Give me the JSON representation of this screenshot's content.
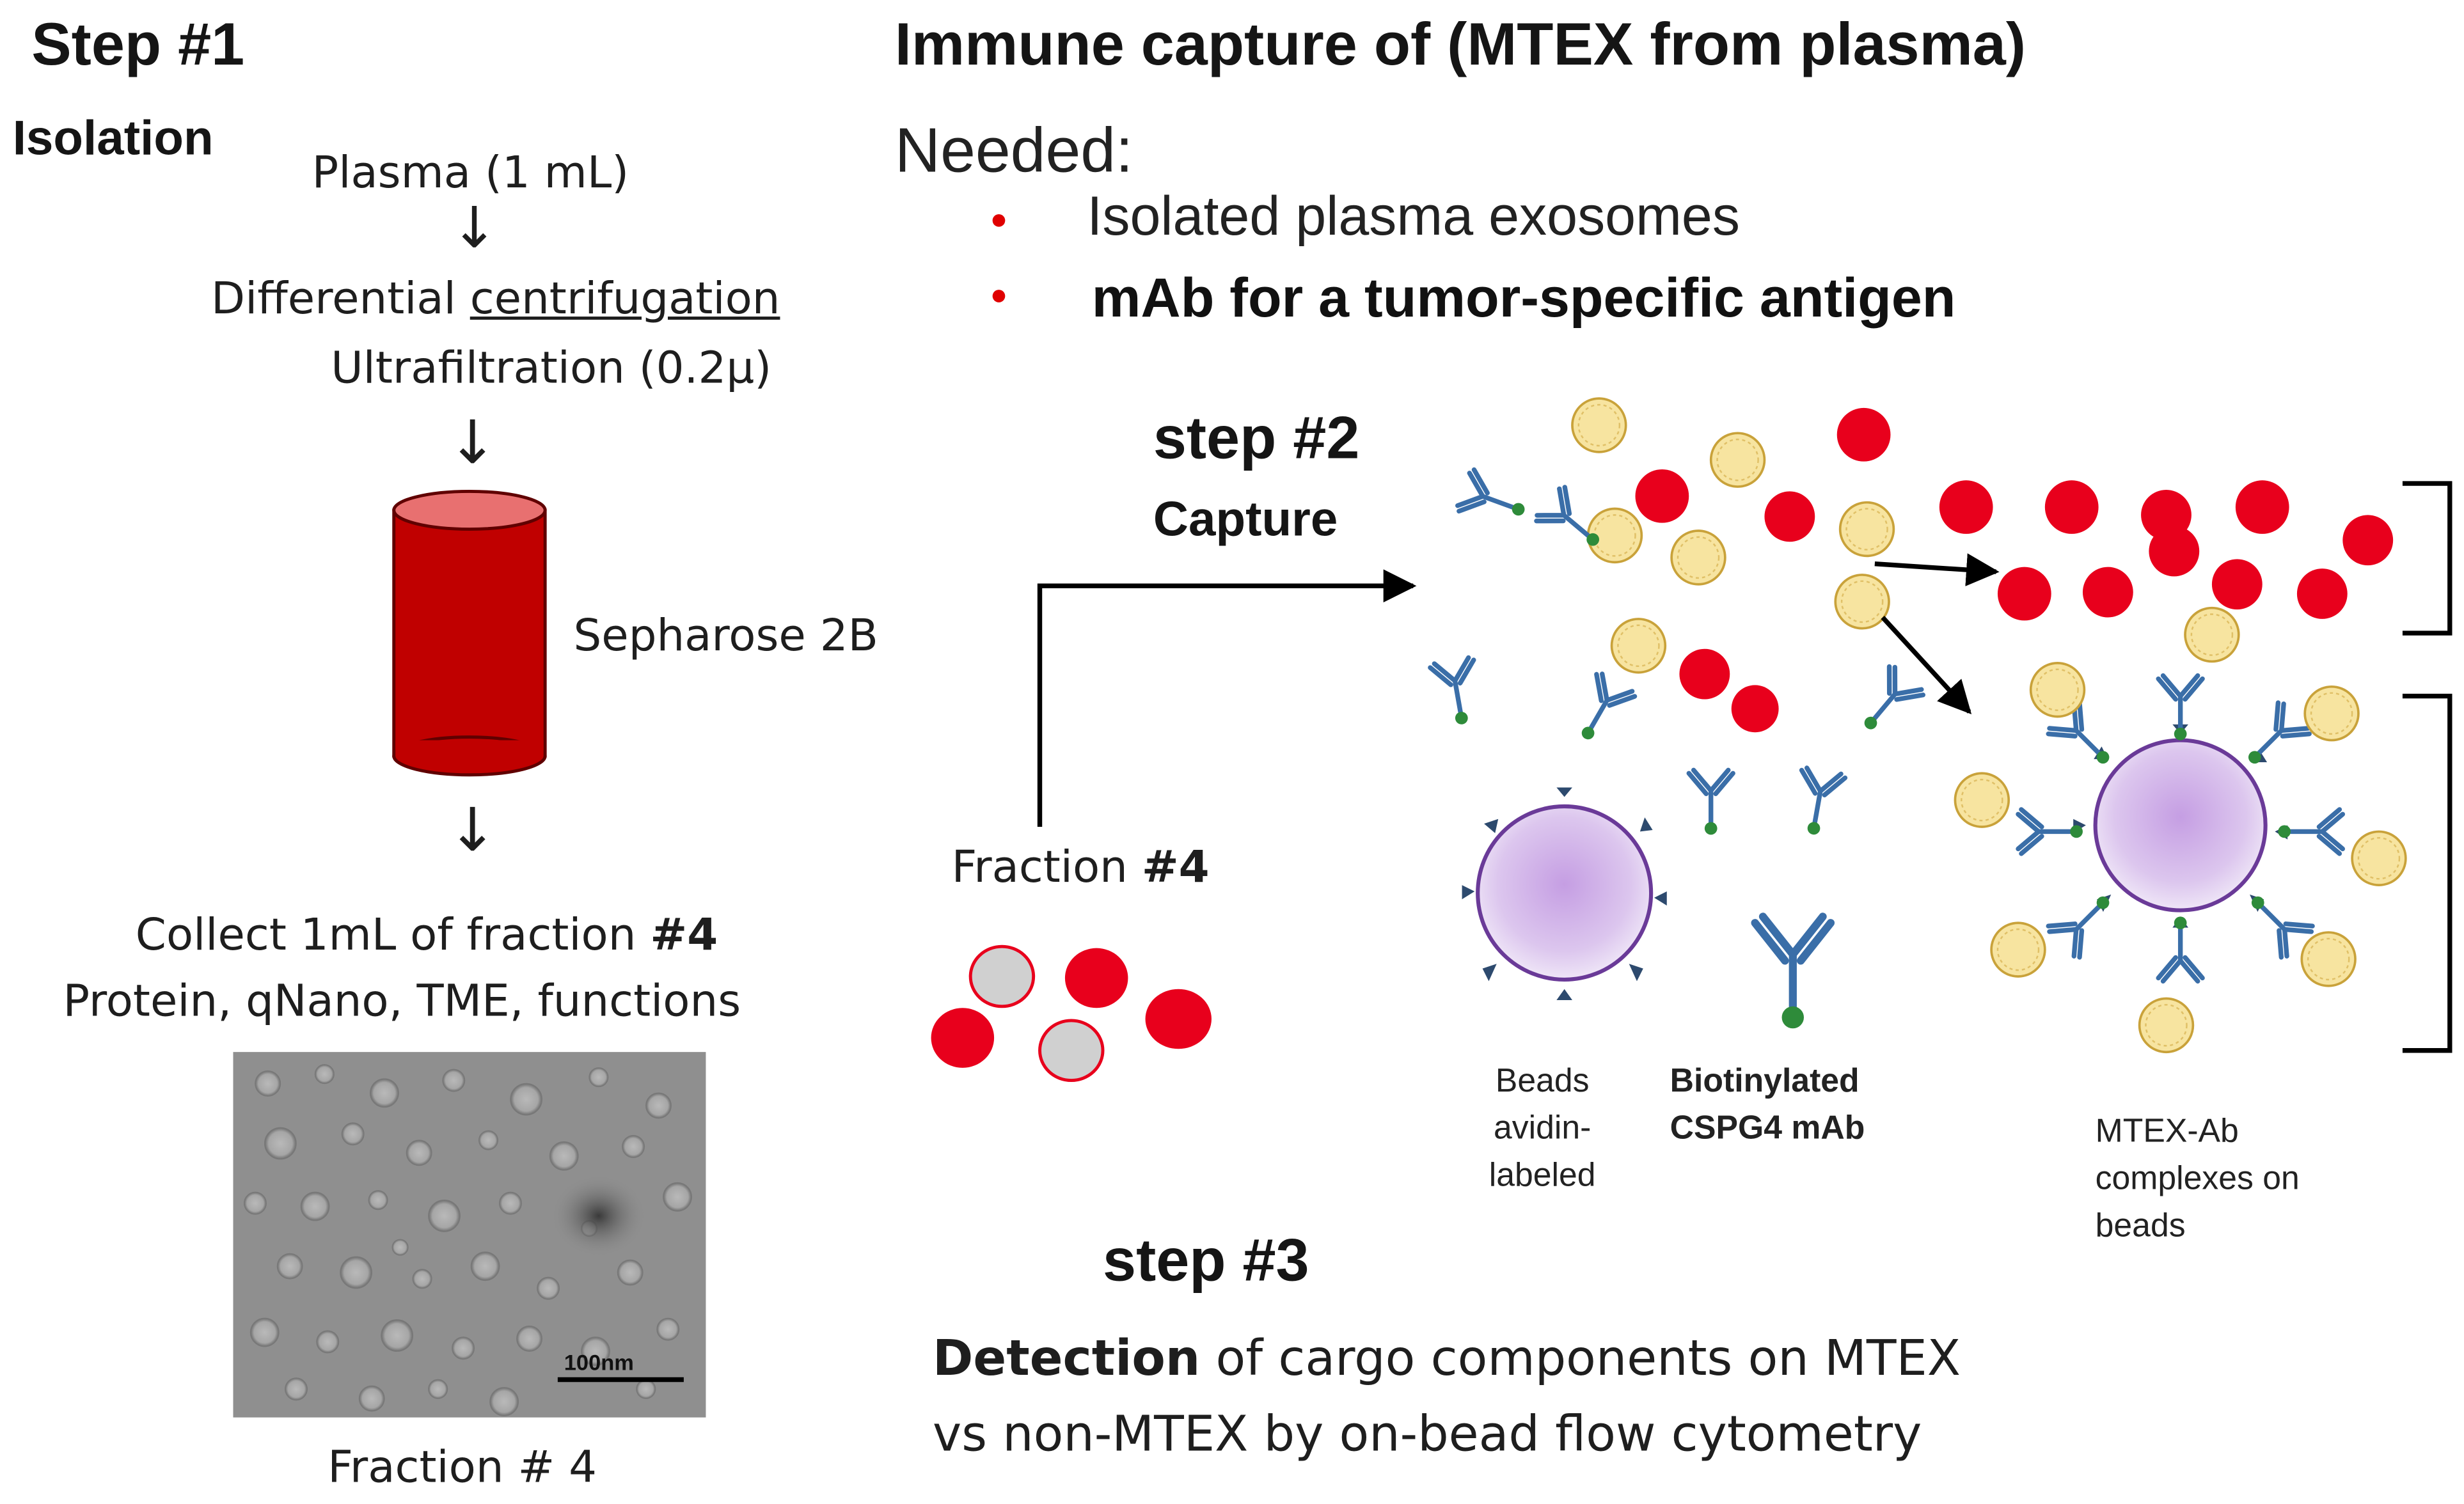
{
  "step1": {
    "heading": "Step #1",
    "subheading": "Isolation",
    "plasma": "Plasma (1 mL)",
    "differential": "Differential",
    "centrifugation": "centrifugation",
    "ultrafiltration": "Ultrafiltration (0.2µ)",
    "column_label": "Sepharose 2B",
    "collect_text": "Collect 1mL of fraction",
    "collect_bold": "#4",
    "analysis": "Protein, qNano, TME, functions",
    "scale_bar": "100nm",
    "image_caption": "Fraction # 4",
    "arrow_glyph": "↓"
  },
  "title": "Immune capture of  (MTEX from plasma)",
  "needed": {
    "label": "Needed:",
    "items": [
      {
        "text": "Isolated  plasma  exosomes",
        "bold": false
      },
      {
        "text": "mAb for a tumor-specific antigen",
        "bold": true
      }
    ]
  },
  "step2": {
    "heading": "step #2",
    "subheading": "Capture",
    "fraction_text": "Fraction",
    "fraction_bold": "#4"
  },
  "labels": {
    "beads": "Beads avidin-labeled",
    "mab": "Biotinylated CSPG4 mAb",
    "complexes": "MTEX-Ab complexes on beads"
  },
  "step3": {
    "heading": "step #3",
    "detection_bold": "Detection",
    "detection_rest": "of cargo components  on  MTEX",
    "line2": "vs non-MTEX by on-bead flow cytometry"
  },
  "colors": {
    "column_red": "#c00000",
    "column_top": "#e87070",
    "vesicle_red": "#e8001c",
    "bullet_red": "#e00000",
    "exosome_yellow": "#f7e4a0",
    "antibody_blue": "#3a6ea8",
    "biotin_green": "#2e8b3a",
    "bead_purple": "#c9a6e0"
  }
}
